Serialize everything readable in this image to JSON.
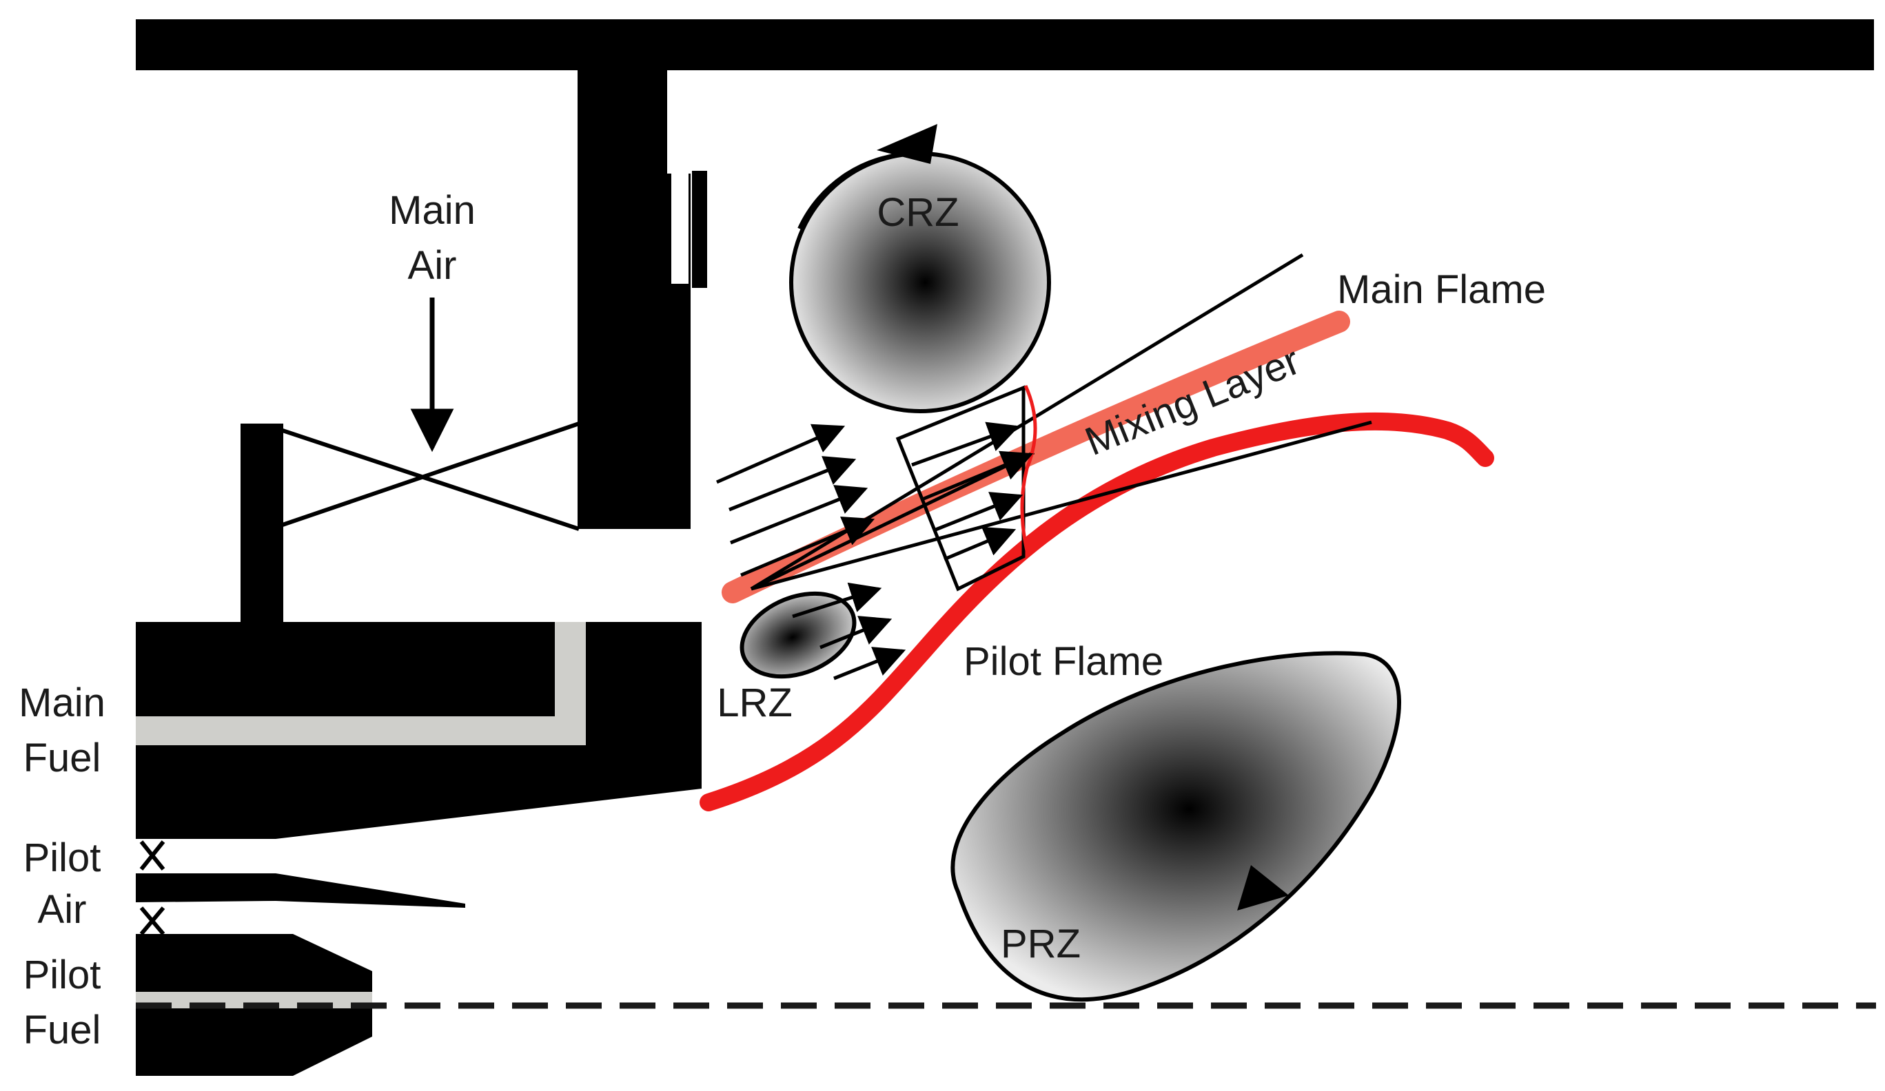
{
  "labels": {
    "main_air": [
      "Main",
      "Air"
    ],
    "main_fuel": [
      "Main",
      "Fuel"
    ],
    "pilot_air": [
      "Pilot",
      "Air"
    ],
    "pilot_fuel": [
      "Pilot",
      "Fuel"
    ],
    "crz": "CRZ",
    "lrz": "LRZ",
    "prz": "PRZ",
    "main_flame": "Main Flame",
    "mixing_layer": "Mixing Layer",
    "pilot_flame": "Pilot Flame"
  },
  "colors": {
    "structure": "#000000",
    "fuel_channel": "#cfcfcb",
    "pilot_flame": "#ee1c1c",
    "main_flame": "#f26a58",
    "centerline": "#1a1a1a"
  }
}
